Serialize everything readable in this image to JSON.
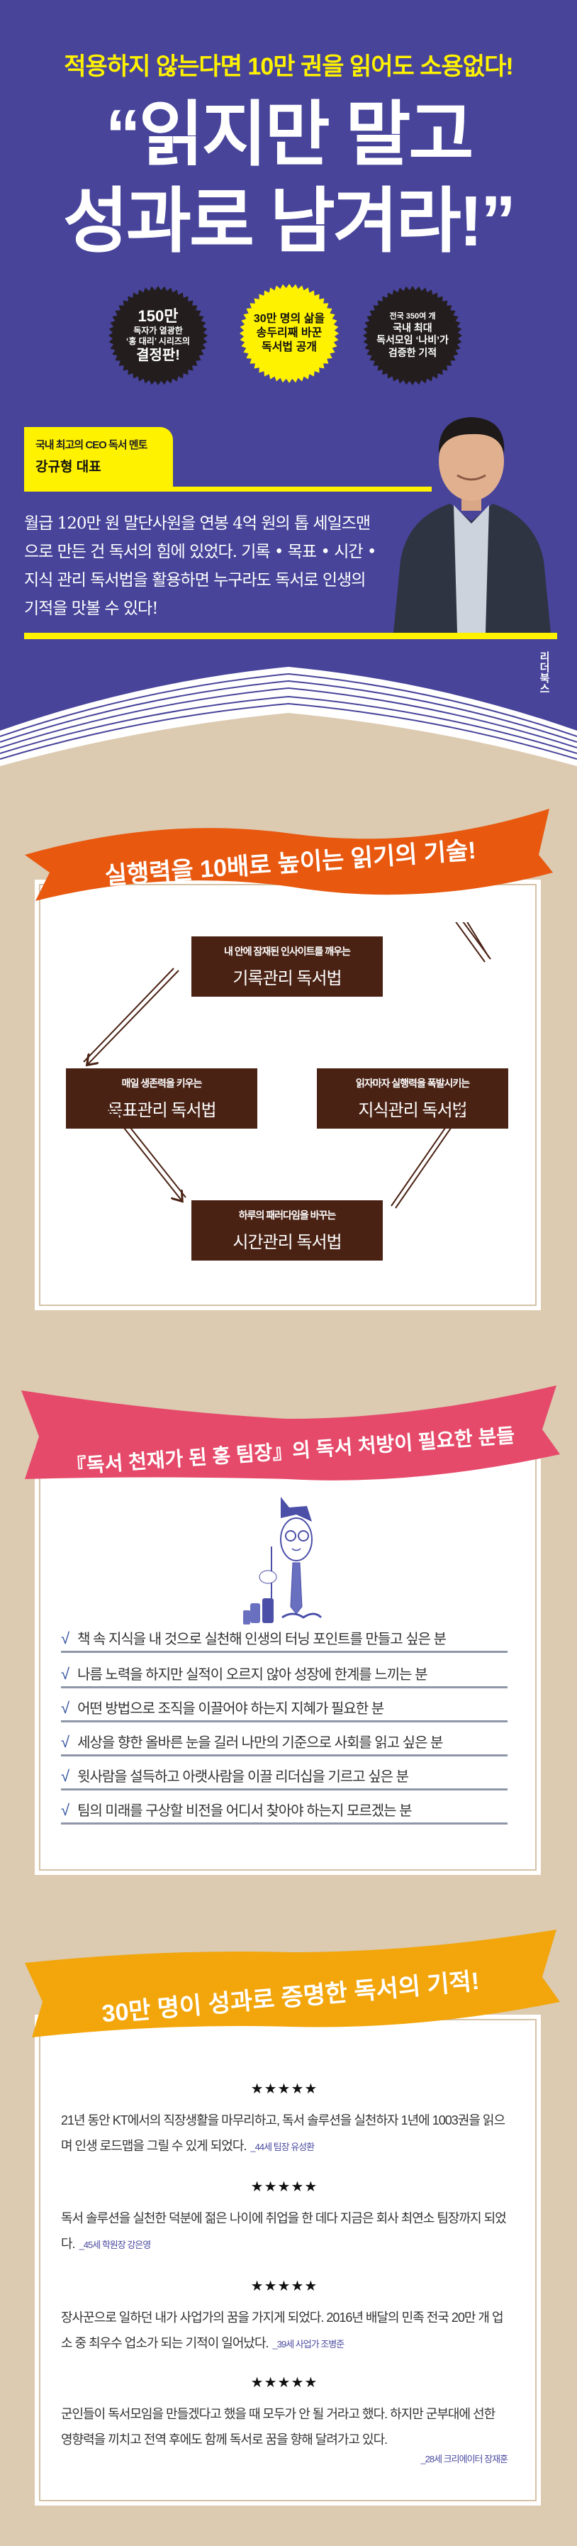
{
  "hero": {
    "subtitle": "적용하지 않는다면 10만 권을 읽어도 소용없다!",
    "headline": [
      "“읽지만 말고",
      "성과로 남겨라!”"
    ],
    "badges": [
      {
        "lines": [
          "150만",
          "독자가 열광한",
          "‘홍 대리’ 시리즈의",
          "결정판!"
        ],
        "color": "#231d1d",
        "text_color": "#ffffff"
      },
      {
        "lines": [
          "30만 명의 삶을",
          "송두리째 바꾼",
          "독서법 공개"
        ],
        "color": "#fff200",
        "text_color": "#111111"
      },
      {
        "lines": [
          "전국 350여 개",
          "국내 최대",
          "독서모임 ‘나비’가",
          "검증한 기적"
        ],
        "color": "#231d1d",
        "text_color": "#ffffff"
      }
    ],
    "author": {
      "tagline": "국내 최고의 CEO 독서 멘토",
      "name": "강규형 대표"
    },
    "description": "월급 120만 원 말단사원을 연봉 4억 원의 톱 세일즈맨으로 만든 건 독서의 힘에 있었다. 기록 • 목표 • 시간 • 지식 관리 독서법을 활용하면 누구라도 독서로 인생의 기적을 맛볼 수 있다!",
    "publisher_mark": "리더북스"
  },
  "colors": {
    "hero_bg": "#47449a",
    "accent_yellow": "#fff200",
    "beige": "#dccab1",
    "orange": "#e8580f",
    "pink": "#e64a6a",
    "gold": "#f2a60c",
    "brown": "#4a2214"
  },
  "diagram": {
    "banner_title": "실행력을 10배로 높이는 읽기의 기술!",
    "boxes": [
      {
        "subtitle": "내 안에 잠재된 인사이트를 깨우는",
        "title": "기록관리 독서법"
      },
      {
        "subtitle": "매일 생존력을 키우는",
        "title": "목표관리 독서법"
      },
      {
        "subtitle": "읽자마자 실행력을 폭발시키는",
        "title": "지식관리 독서법"
      },
      {
        "subtitle": "하루의 패러다임을 바꾸는",
        "title": "시간관리 독서법"
      }
    ]
  },
  "target": {
    "banner_title": "『독서 천재가 된 홍 팀장』의 독서 처방이 필요한 분들",
    "check_mark": "√",
    "items": [
      "책 속 지식을 내 것으로 실천해 인생의 터닝 포인트를 만들고 싶은 분",
      "나름 노력을 하지만 실적이 오르지 않아 성장에 한계를 느끼는 분",
      "어떤 방법으로 조직을 이끌어야 하는지 지혜가 필요한 분",
      "세상을 향한 올바른 눈을 길러 나만의 기준으로 사회를 읽고 싶은 분",
      "윗사람을 설득하고 아랫사람을 이끌 리더십을 기르고 싶은 분",
      "팀의 미래를 구상할 비전을 어디서 찾아야 하는지 모르겠는 분"
    ]
  },
  "reviews": {
    "banner_title": "30만 명이 성과로 증명한 독서의 기적!",
    "items": [
      {
        "stars": "★★★★★",
        "rating": 5,
        "text": "21년 동안 KT에서의 직장생활을 마무리하고, 독서 솔루션을 실천하자 1년에 1003권을 읽으며 인생 로드맵을 그릴 수 있게 되었다.",
        "author": "_44세 팀장 유성환"
      },
      {
        "stars": "★★★★★",
        "rating": 5,
        "text": "독서 솔루션을 실천한 덕분에 젊은 나이에 취업을 한 데다 지금은 회사 최연소 팀장까지 되었다.",
        "author": "_45세 학원장 강은영"
      },
      {
        "stars": "★★★★★",
        "rating": 5,
        "text": "장사꾼으로 일하던 내가 사업가의 꿈을 가지게 되었다. 2016년 배달의 민족 전국 20만 개 업소 중 최우수 업소가 되는 기적이 일어났다.",
        "author": "_39세 사업가 조병준"
      },
      {
        "stars": "★★★★★",
        "rating": 5,
        "text": "군인들이 독서모임을 만들겠다고 했을 때 모두가 안 될 거라고 했다. 하지만 군부대에 선한 영향력을 끼치고 전역 후에도 함께 독서로 꿈을 향해 달려가고 있다.",
        "author": "_28세 크리에이터 장재훈"
      }
    ]
  }
}
